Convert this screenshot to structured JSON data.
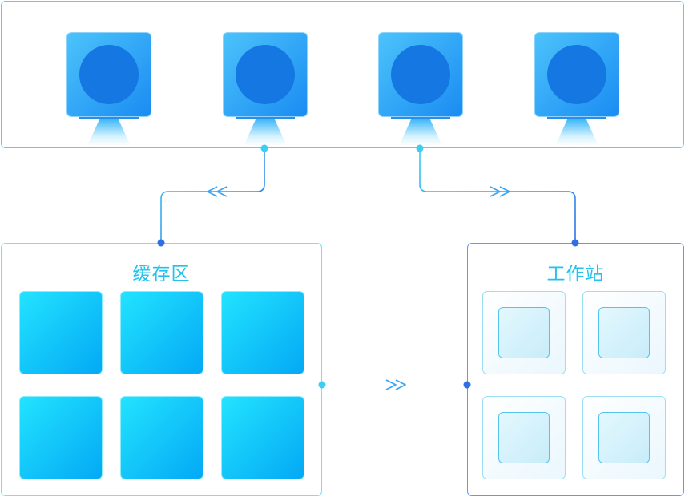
{
  "diagram": {
    "cache_panel": {
      "title": "缓存区",
      "tile_count": 6
    },
    "workstation_panel": {
      "title": "工作站",
      "tile_count": 4
    },
    "monitors": {
      "count": 4
    },
    "colors": {
      "accent_cyan": "#22c2ee",
      "connector_cyan": "#3ccdf3",
      "connector_blue": "#2f6fe5",
      "monitor_blue": "#1a8cf2"
    }
  }
}
